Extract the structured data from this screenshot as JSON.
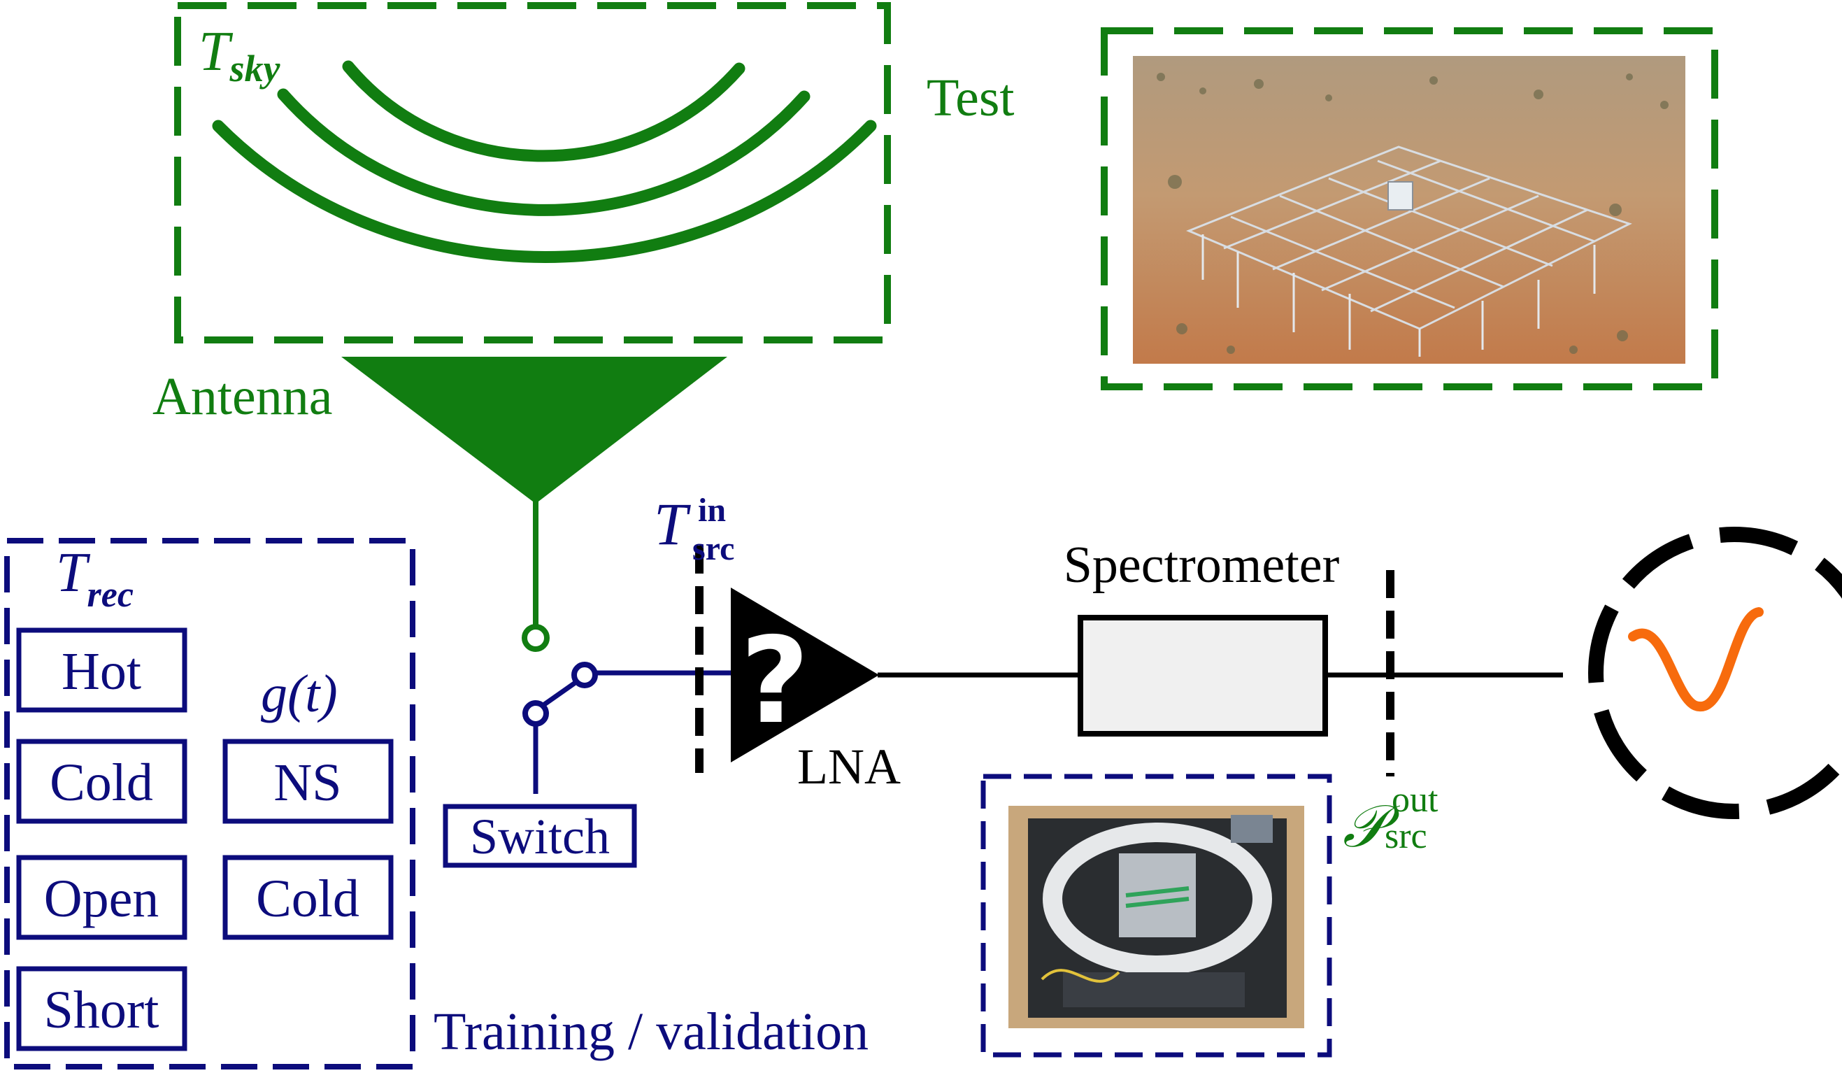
{
  "colors": {
    "green": "#117d11",
    "navy": "#0c0c7c",
    "black": "#000000",
    "orange": "#f76b0d",
    "box_fill": "#f0f0f0"
  },
  "test": {
    "label": "Test",
    "sky_symbol": "T",
    "sky_subscript": "sky",
    "antenna_label": "Antenna"
  },
  "training": {
    "label": "Training / validation",
    "trec_symbol": "T",
    "trec_subscript": "rec",
    "gt_label": "g(t)",
    "left_sources": [
      "Hot",
      "Cold",
      "Open",
      "Short"
    ],
    "right_sources": [
      "NS",
      "Cold"
    ]
  },
  "chain": {
    "switch_label": "Switch",
    "tsrc_symbol": "T",
    "tsrc_superscript": "in",
    "tsrc_subscript": "src",
    "lna_symbol": "?",
    "lna_label": "LNA",
    "spectrometer_label": "Spectrometer",
    "psrc_symbol": "𝒫",
    "psrc_superscript": "out",
    "psrc_subscript": "src"
  },
  "icons": {
    "sky_waves": "radio-wave-arcs-icon",
    "antenna": "antenna-triangle-icon",
    "amplifier": "amplifier-triangle-icon",
    "spectrum_display": "dashed-circle-spectrum-icon"
  }
}
